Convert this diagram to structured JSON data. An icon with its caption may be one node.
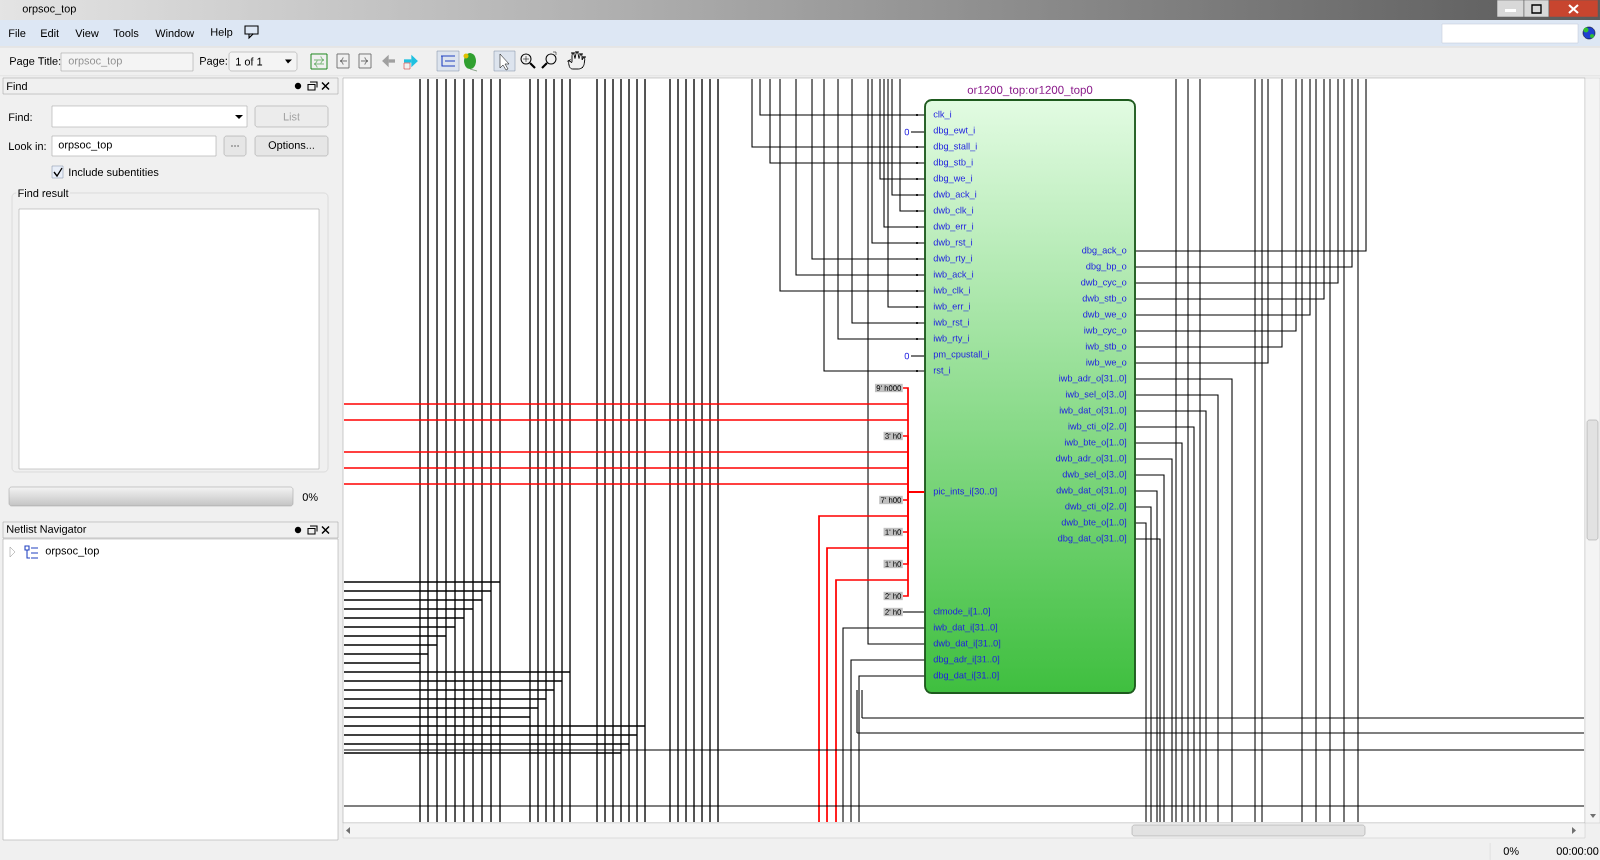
{
  "diagram": {
    "title": "orpsoc_top",
    "nodes": [
      {
        "text": [
          "or1200_top:or1200_top0",
          "clk_i",
          "dbg_ewt_i",
          "dbg_stall_i",
          "dbg_stb_i",
          "dbg_we_i",
          "dwb_ack_i",
          "dwb_clk_i",
          "dwb_err_i",
          "dwb_rst_i",
          "dwb_rty_i",
          "iwb_ack_i",
          "iwb_clk_i",
          "iwb_err_i",
          "iwb_rst_i",
          "iwb_rty_i",
          "pm_cpustall_i",
          "rst_i",
          "dbg_ack_o",
          "dbg_bp_o",
          "dwb_cyc_o",
          "dwb_stb_o",
          "dwb_we_o",
          "iwb_cyc_o",
          "iwb_stb_o",
          "iwb_we_o",
          "iwb_adr_o[31..0]",
          "iwb_sel_o[3..0]",
          "iwb_dat_o[31..0]",
          "iwb_cti_o[2..0]",
          "iwb_bte_o[1..0]",
          "dwb_adr_o[31..0]",
          "dwb_sel_o[3..0]",
          "dwb_dat_o[31..0]",
          "dwb_cti_o[2..0]",
          "dwb_bte_o[1..0]",
          "dbg_dat_o[31..0]",
          "pic_ints_i[30..0]",
          "clmode_i[1..0]",
          "iwb_dat_i[31..0]",
          "dwb_dat_i[31..0]",
          "dbg_adr_i[31..0]",
          "dbg_dat_i[31..0]"
        ]
      },
      {
        "text": [
          "0"
        ]
      },
      {
        "text": [
          "0"
        ]
      },
      {
        "text": [
          "9' h000"
        ]
      },
      {
        "text": [
          "3' h0"
        ]
      },
      {
        "text": [
          "7' h00"
        ]
      },
      {
        "text": [
          "1' h0"
        ]
      },
      {
        "text": [
          "1' h0"
        ]
      },
      {
        "text": [
          "2' h0"
        ]
      },
      {
        "text": [
          "2' h0"
        ]
      }
    ],
    "edges": [
      {
        "from": 1,
        "to": 0,
        "arrow": "none",
        "color": "#000000"
      },
      {
        "from": 2,
        "to": 0,
        "arrow": "none",
        "color": "#000000"
      },
      {
        "from": 3,
        "to": 0,
        "arrow": "none"
      },
      {
        "from": 4,
        "to": 0,
        "arrow": "none"
      },
      {
        "from": 5,
        "to": 0,
        "arrow": "none"
      },
      {
        "from": 6,
        "to": 0,
        "arrow": "none"
      },
      {
        "from": 7,
        "to": 0,
        "arrow": "none"
      },
      {
        "from": 8,
        "to": 0,
        "arrow": "none"
      },
      {
        "from": 9,
        "to": 0,
        "arrow": "none",
        "color": "#000000"
      }
    ],
    "labels": [
      "File",
      "Edit",
      "View",
      "Tools",
      "Window",
      "Help",
      "Page Title:",
      "orpsoc_top",
      "Page:",
      "1 of 1",
      "Find",
      "Find:",
      "List",
      "Look in:",
      "orpsoc_top",
      "...",
      "Options...",
      "Include subentities",
      "Find result",
      "0%",
      "Netlist Navigator",
      "orpsoc_top",
      "0%",
      "00:00:00"
    ]
  }
}
